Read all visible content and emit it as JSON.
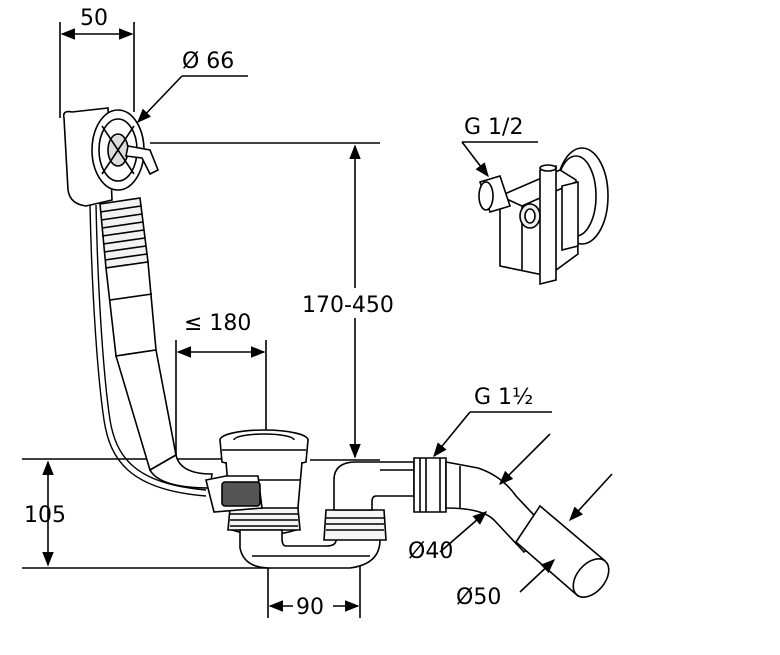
{
  "labels": {
    "dim_top_width": "50",
    "dim_overflow_dia": "Ø 66",
    "dim_height_range": "170-450",
    "dim_max_offset": "≤ 180",
    "dim_waste_height": "105",
    "dim_waste_spacing": "90",
    "thread_valve": "G 1/2",
    "thread_outlet": "G 1½",
    "dim_pipe_dia_40": "Ø40",
    "dim_pipe_dia_50": "Ø50"
  }
}
